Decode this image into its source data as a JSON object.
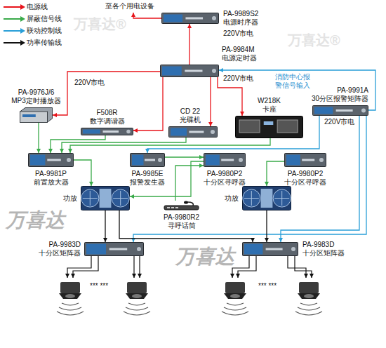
{
  "diagram": {
    "nodes": [
      {
        "text": [
          "PA-9989S2 电源时序器"
        ]
      },
      {
        "text": [
          "PA-9984M 电源定时器"
        ]
      },
      {
        "text": [
          "PA-9976J/6 MP3定时播放器"
        ]
      },
      {
        "text": [
          "F508R 数字调谐器"
        ]
      },
      {
        "text": [
          "CD 22 光碟机"
        ]
      },
      {
        "text": [
          "W218K 卡座"
        ]
      },
      {
        "text": [
          "PA-9991A 30分区报警矩阵器"
        ]
      },
      {
        "text": [
          "PA-9981P 前置放大器"
        ]
      },
      {
        "text": [
          "PA-9985E 报警发生器"
        ]
      },
      {
        "text": [
          "PA-9980P2 十分区寻呼器"
        ]
      },
      {
        "text": [
          "PA-9980P2 十分区寻呼器"
        ]
      },
      {
        "text": [
          "功放"
        ]
      },
      {
        "text": [
          "功放"
        ]
      },
      {
        "text": [
          "PA-9980R2 寻呼话筒"
        ]
      },
      {
        "text": [
          "PA-9983D 十分区矩阵器"
        ]
      },
      {
        "text": [
          "PA-9983D 十分区矩阵器"
        ]
      }
    ],
    "edges": [
      {
        "from": 1,
        "to": 0,
        "arrow": "to"
      },
      {
        "from": 1,
        "to": 2,
        "arrow": "to"
      },
      {
        "from": 1,
        "to": 3,
        "arrow": "to"
      },
      {
        "from": 1,
        "to": 4,
        "arrow": "to"
      },
      {
        "from": 1,
        "to": 5,
        "arrow": "to"
      },
      {
        "from": 6,
        "to": 1,
        "arrow": "to"
      },
      {
        "from": 6,
        "to": 8,
        "arrow": "to"
      },
      {
        "from": 6,
        "to": 15,
        "arrow": "to"
      },
      {
        "from": 6,
        "to": 14,
        "arrow": "to"
      },
      {
        "from": 2,
        "to": 7,
        "arrow": "to"
      },
      {
        "from": 3,
        "to": 7,
        "arrow": "to"
      },
      {
        "from": 4,
        "to": 7,
        "arrow": "to"
      },
      {
        "from": 5,
        "to": 7,
        "arrow": "to"
      },
      {
        "from": 7,
        "to": 11,
        "arrow": "to"
      },
      {
        "from": 8,
        "to": 9,
        "arrow": "to"
      },
      {
        "from": 9,
        "to": 11,
        "arrow": "to"
      },
      {
        "from": 10,
        "to": 12,
        "arrow": "to"
      },
      {
        "from": 13,
        "to": 9,
        "arrow": "to"
      },
      {
        "from": 11,
        "to": 14,
        "arrow": "to"
      },
      {
        "from": 12,
        "to": 15,
        "arrow": "to"
      },
      {
        "from": 11,
        "to": 15,
        "arrow": "to"
      }
    ],
    "labels": [
      "至各个用电设备",
      "220V市电",
      "220V市电",
      "220V市电",
      "消防中心报警信号输入",
      "220V市电",
      "*** ***",
      "*** ***",
      "万喜达®",
      "万喜达®",
      "万喜达",
      "万喜达"
    ],
    "legend": [
      {
        "text": "电源线",
        "color": "#e8141b"
      },
      {
        "text": "屏蔽信号线",
        "color": "#3aaa4a"
      },
      {
        "text": "联动控制线",
        "color": "#2a9fd8"
      },
      {
        "text": "功率传输线",
        "color": "#111111"
      }
    ]
  }
}
